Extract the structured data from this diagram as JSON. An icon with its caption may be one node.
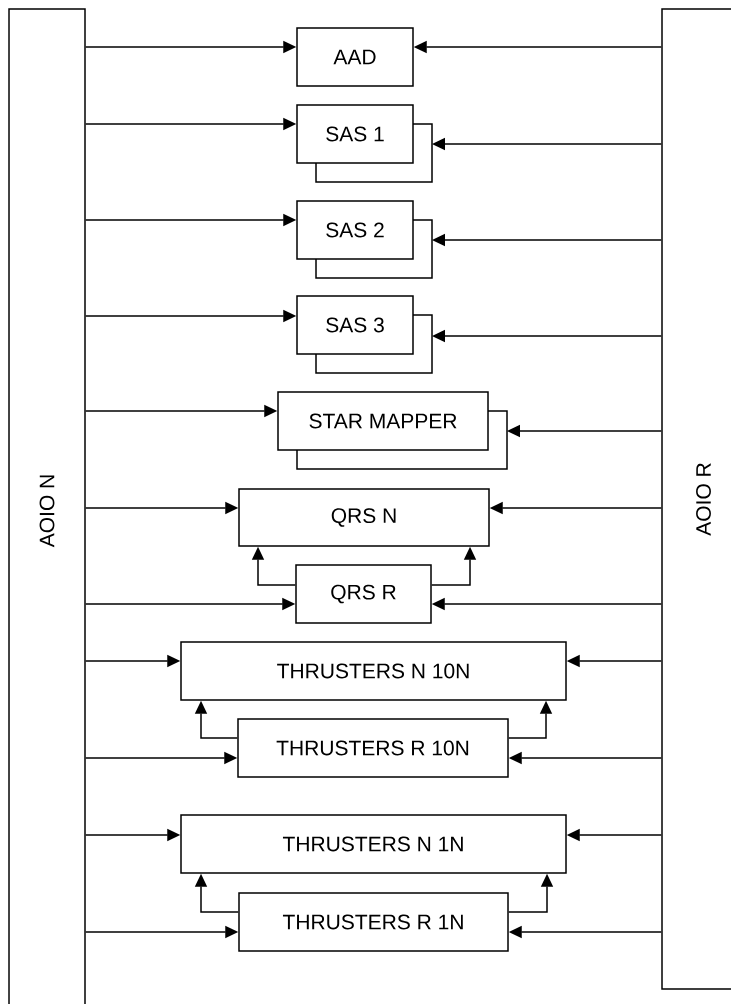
{
  "diagram": {
    "nodes": [
      {
        "text": [
          "AOIO N"
        ]
      },
      {
        "text": [
          "AOIO R"
        ]
      },
      {
        "text": [
          "AAD"
        ]
      },
      {
        "text": [
          "SAS 1"
        ]
      },
      {
        "text": [
          "SAS 2"
        ]
      },
      {
        "text": [
          "SAS 3"
        ]
      },
      {
        "text": [
          "STAR MAPPER"
        ]
      },
      {
        "text": [
          "QRS N"
        ]
      },
      {
        "text": [
          "QRS R"
        ]
      },
      {
        "text": [
          "THRUSTERS N 10N"
        ]
      },
      {
        "text": [
          "THRUSTERS R 10N"
        ]
      },
      {
        "text": [
          "THRUSTERS N 1N"
        ]
      },
      {
        "text": [
          "THRUSTERS R 1N"
        ]
      }
    ],
    "edges": [
      {
        "from": 0,
        "to": 2,
        "arrow": "to"
      },
      {
        "from": 1,
        "to": 2,
        "arrow": "to"
      },
      {
        "from": 0,
        "to": 3,
        "arrow": "to"
      },
      {
        "from": 1,
        "to": 3,
        "arrow": "to"
      },
      {
        "from": 0,
        "to": 4,
        "arrow": "to"
      },
      {
        "from": 1,
        "to": 4,
        "arrow": "to"
      },
      {
        "from": 0,
        "to": 5,
        "arrow": "to"
      },
      {
        "from": 1,
        "to": 5,
        "arrow": "to"
      },
      {
        "from": 0,
        "to": 6,
        "arrow": "to"
      },
      {
        "from": 1,
        "to": 6,
        "arrow": "to"
      },
      {
        "from": 0,
        "to": 7,
        "arrow": "to"
      },
      {
        "from": 1,
        "to": 7,
        "arrow": "to"
      },
      {
        "from": 8,
        "to": 7,
        "arrow": "to"
      },
      {
        "from": 8,
        "to": 7,
        "arrow": "to"
      },
      {
        "from": 0,
        "to": 8,
        "arrow": "to"
      },
      {
        "from": 1,
        "to": 8,
        "arrow": "to"
      },
      {
        "from": 0,
        "to": 9,
        "arrow": "to"
      },
      {
        "from": 1,
        "to": 9,
        "arrow": "to"
      },
      {
        "from": 10,
        "to": 9,
        "arrow": "to"
      },
      {
        "from": 10,
        "to": 9,
        "arrow": "to"
      },
      {
        "from": 0,
        "to": 10,
        "arrow": "to"
      },
      {
        "from": 1,
        "to": 10,
        "arrow": "to"
      },
      {
        "from": 0,
        "to": 11,
        "arrow": "to"
      },
      {
        "from": 1,
        "to": 11,
        "arrow": "to"
      },
      {
        "from": 12,
        "to": 11,
        "arrow": "to"
      },
      {
        "from": 12,
        "to": 11,
        "arrow": "to"
      },
      {
        "from": 0,
        "to": 12,
        "arrow": "to"
      },
      {
        "from": 1,
        "to": 12,
        "arrow": "to"
      }
    ]
  }
}
